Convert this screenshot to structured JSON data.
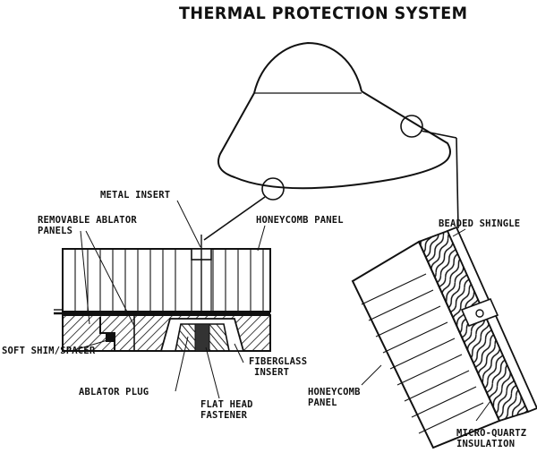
{
  "title": "THERMAL PROTECTION SYSTEM",
  "labels": {
    "metal_insert": "METAL INSERT",
    "removable_ablator_1": "REMOVABLE ABLATOR",
    "removable_ablator_2": "PANELS",
    "honeycomb_panel_left": "HONEYCOMB PANEL",
    "beaded_shingle": "BEADED SHINGLE",
    "soft_shim": "SOFT SHIM/SPACER",
    "ablator_plug": "ABLATOR PLUG",
    "fiberglass_1": "FIBERGLASS",
    "fiberglass_2": "INSERT",
    "flat_head_1": "FLAT HEAD",
    "flat_head_2": "FASTENER",
    "honeycomb_right_1": "HONEYCOMB",
    "honeycomb_right_2": "PANEL",
    "micro_quartz_1": "MICRO-QUARTZ",
    "micro_quartz_2": "INSULATION"
  },
  "colors": {
    "ink": "#111111",
    "background": "#ffffff"
  }
}
